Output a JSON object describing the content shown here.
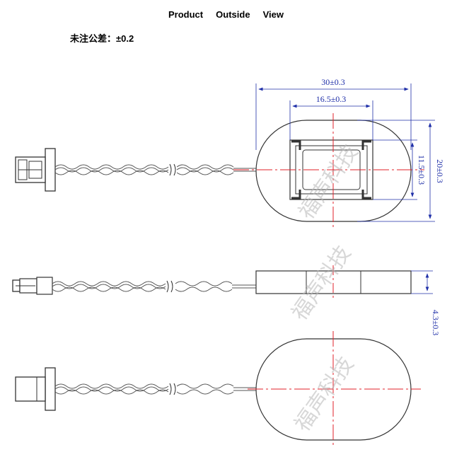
{
  "header": {
    "title": "Product     Outside     View",
    "tolerance_note": "未注公差：±0.2"
  },
  "dimensions": {
    "length": "30±0.3",
    "inner_length": "16.5±0.3",
    "width": "20±0.3",
    "inner_width": "11.5±0.3",
    "thickness": "4.3±0.3"
  },
  "watermark": "福声科技",
  "colors": {
    "dimension": "#1f2fa8",
    "centerline": "#e0202a",
    "outline": "#333333"
  }
}
